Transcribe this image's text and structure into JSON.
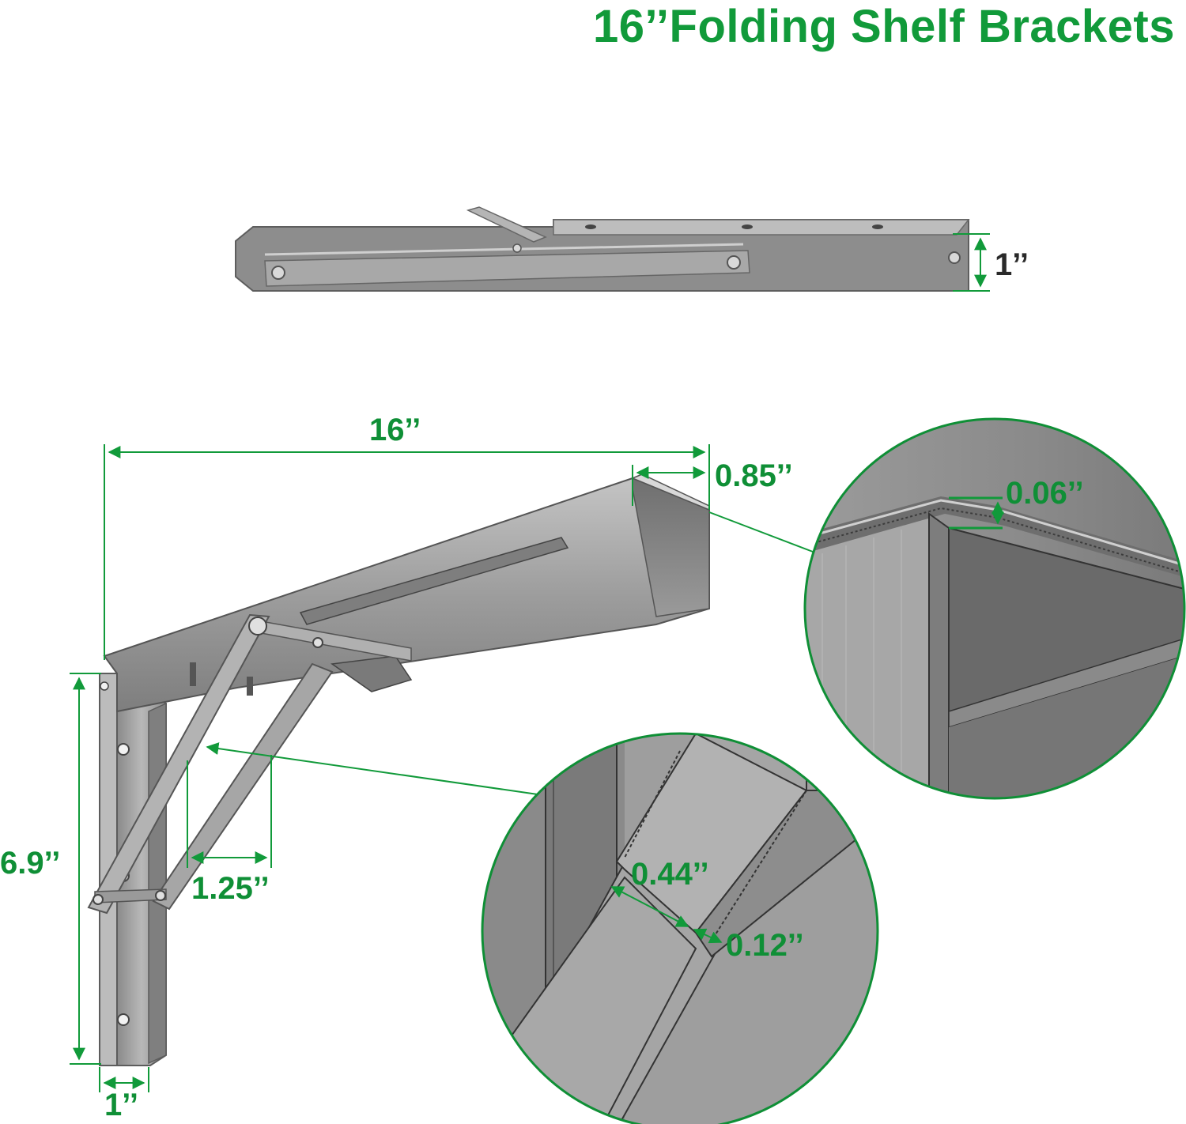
{
  "title": "16’’Folding Shelf Brackets",
  "colors": {
    "accent_green": "#119a3a",
    "steel": "#9a9a9a",
    "steel_dark": "#5c5c5c"
  },
  "dimensions": {
    "folded_height": "1’’",
    "length": "16’’",
    "channel_width": "0.85’’",
    "thickness": "0.06’’",
    "height": "6.9’’",
    "brace_spacing": "1.25’’",
    "base_width": "1’’",
    "brace_width": "0.44’’",
    "brace_depth": "0.12’’"
  }
}
